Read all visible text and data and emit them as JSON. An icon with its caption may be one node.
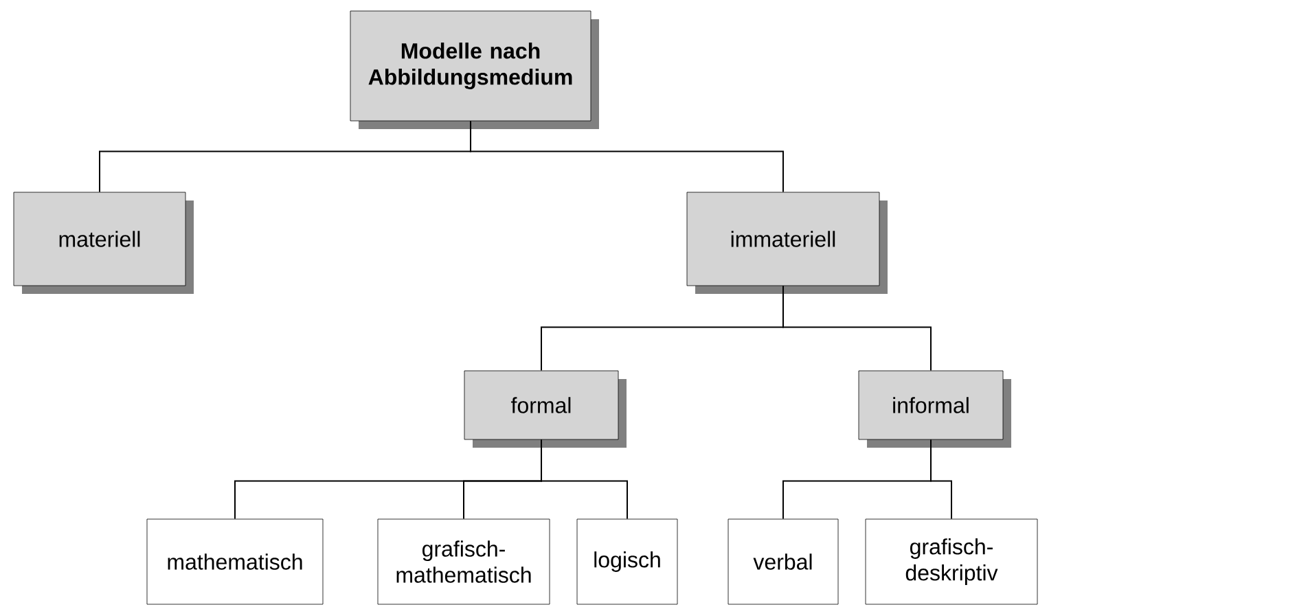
{
  "diagram": {
    "nodes": [
      {
        "text": [
          "**Modelle nach Abbildungsmedium**"
        ]
      },
      {
        "text": [
          "materiell"
        ]
      },
      {
        "text": [
          "immateriell"
        ]
      },
      {
        "text": [
          "formal"
        ]
      },
      {
        "text": [
          "informal"
        ]
      },
      {
        "text": [
          "mathematisch"
        ]
      },
      {
        "text": [
          "grafisch-mathematisch"
        ]
      },
      {
        "text": [
          "logisch"
        ]
      },
      {
        "text": [
          "verbal"
        ]
      },
      {
        "text": [
          "grafisch-deskriptiv"
        ]
      }
    ],
    "edges": [
      {
        "from": 0,
        "to": 1,
        "arrow": "none"
      },
      {
        "from": 0,
        "to": 2,
        "arrow": "none"
      },
      {
        "from": 2,
        "to": 3,
        "arrow": "none"
      },
      {
        "from": 2,
        "to": 4,
        "arrow": "none"
      },
      {
        "from": 3,
        "to": 5,
        "arrow": "none"
      },
      {
        "from": 3,
        "to": 6,
        "arrow": "none"
      },
      {
        "from": 3,
        "to": 7,
        "arrow": "none"
      },
      {
        "from": 4,
        "to": 8,
        "arrow": "none"
      },
      {
        "from": 4,
        "to": 9,
        "arrow": "none"
      }
    ]
  }
}
